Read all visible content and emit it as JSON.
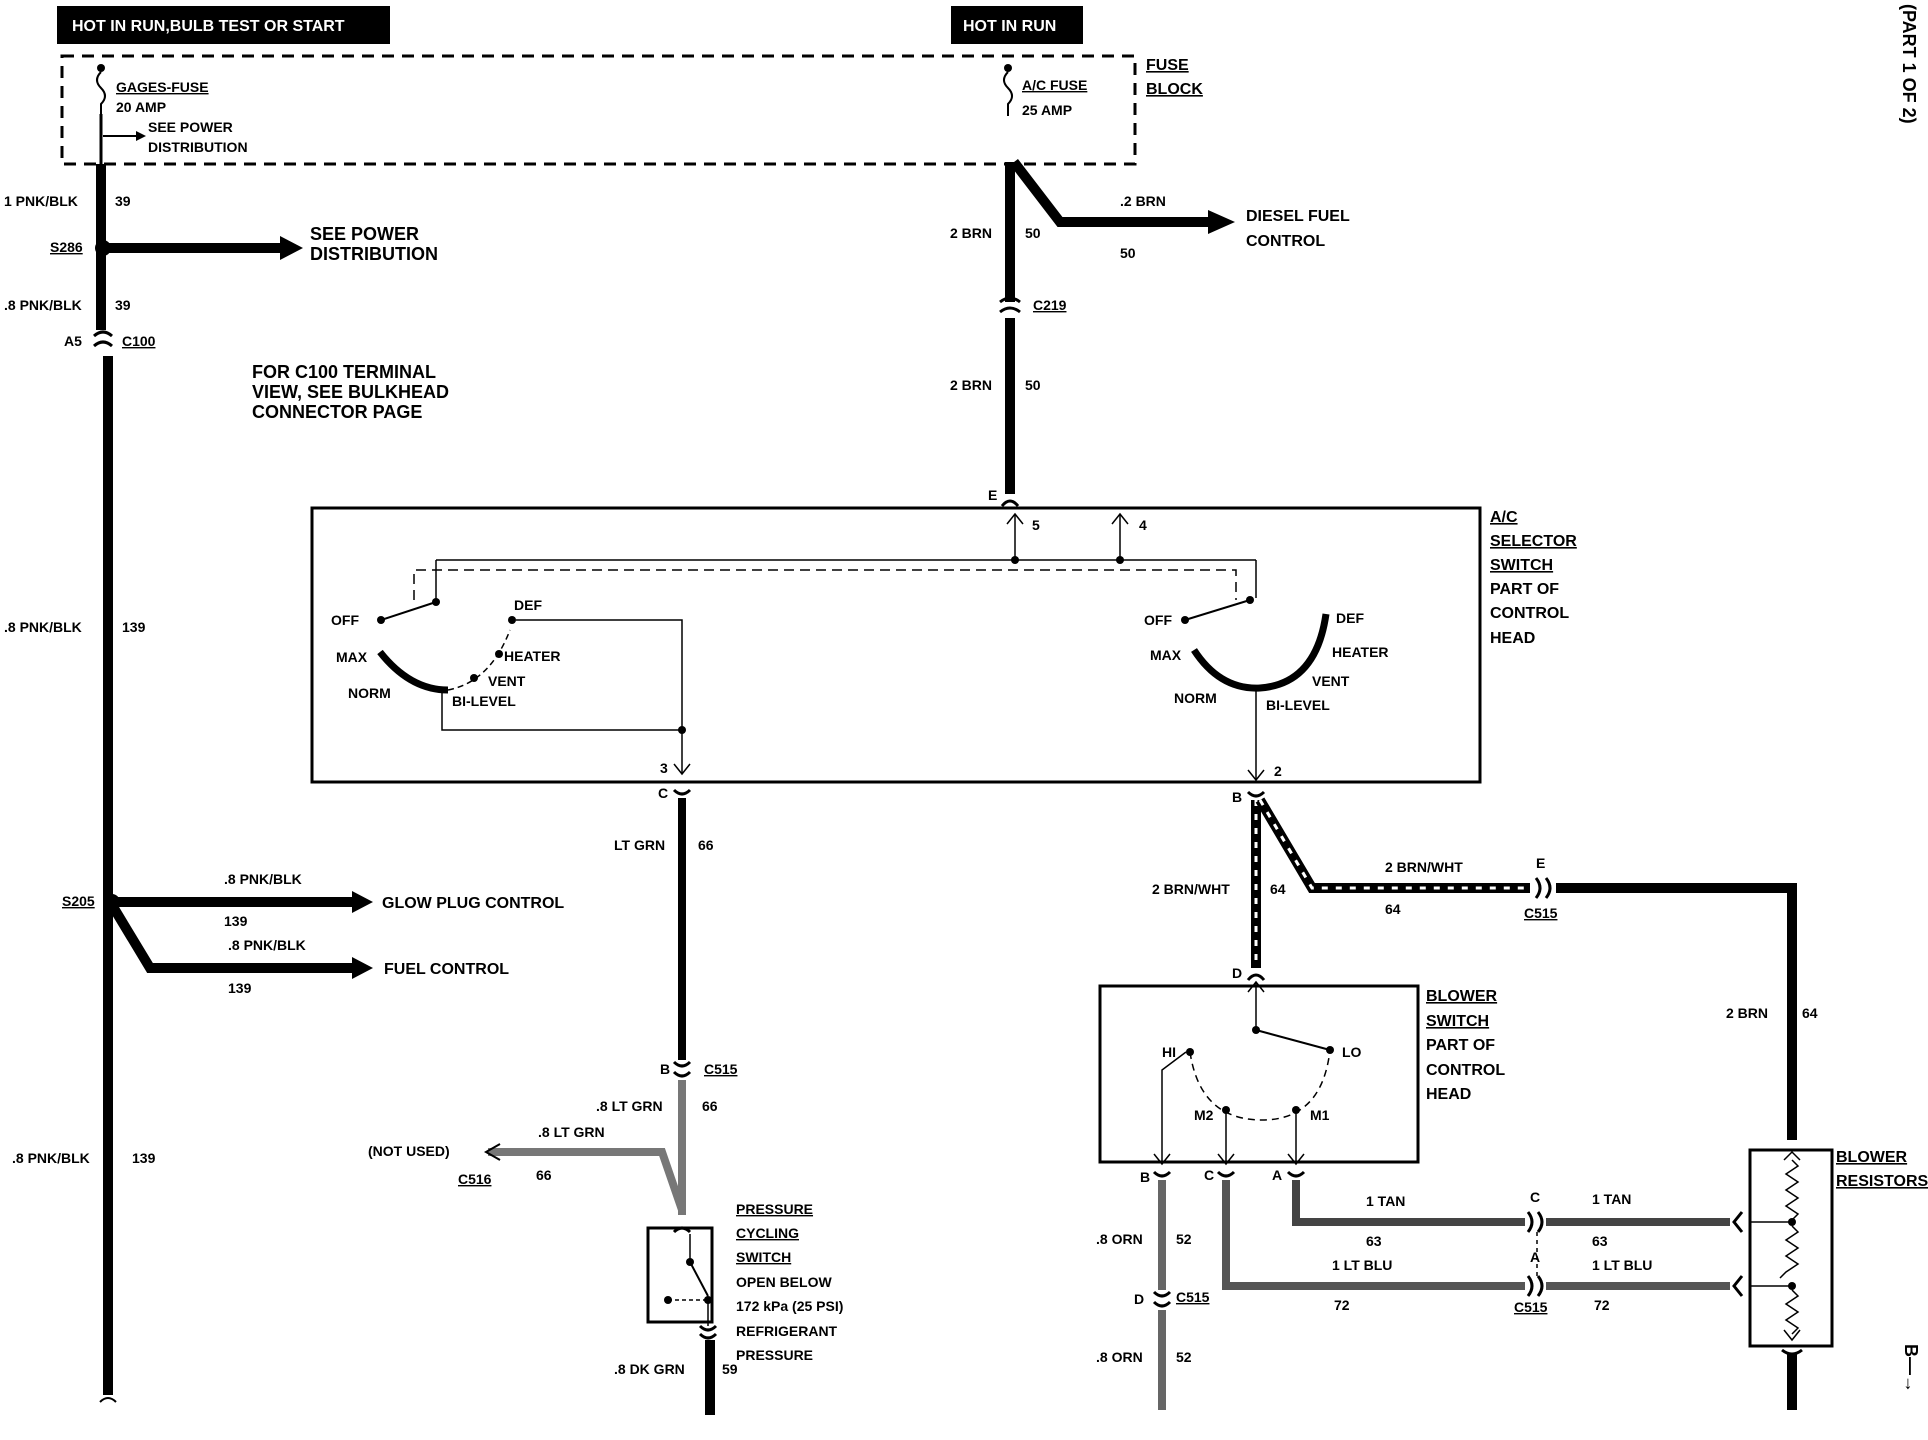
{
  "header": {
    "hot_run_bulb": "HOT IN RUN,BULB TEST OR START",
    "hot_run": "HOT IN RUN",
    "part": "(PART 1 OF 2)"
  },
  "fuse_block": {
    "label1": "FUSE",
    "label2": "BLOCK",
    "gages_fuse": "GAGES-FUSE",
    "gages_amp": "20 AMP",
    "see_power1": "SEE POWER",
    "see_power2": "DISTRIBUTION",
    "ac_fuse": "A/C FUSE",
    "ac_amp": "25 AMP"
  },
  "left_wire": {
    "w1": "1 PNK/BLK",
    "c1": "39",
    "s286": "S286",
    "see_power1": "SEE POWER",
    "see_power2": "DISTRIBUTION",
    "w2": ".8 PNK/BLK",
    "c2": "39",
    "a5": "A5",
    "c100": "C100",
    "note1": "FOR C100 TERMINAL",
    "note2": "VIEW, SEE BULKHEAD",
    "note3": "CONNECTOR PAGE",
    "w3": ".8 PNK/BLK",
    "c3": "139",
    "s205": "S205",
    "glow_wire": ".8 PNK/BLK",
    "glow_c": "139",
    "glow": "GLOW PLUG CONTROL",
    "fuel_wire": ".8 PNK/BLK",
    "fuel_c": "139",
    "fuel": "FUEL CONTROL",
    "w4": ".8 PNK/BLK",
    "c4": "139"
  },
  "ac_wire": {
    "w1": "2 BRN",
    "c1": "50",
    "diesel_wire": ".2 BRN",
    "diesel_c": "50",
    "diesel1": "DIESEL FUEL",
    "diesel2": "CONTROL",
    "c219": "C219",
    "w2": "2 BRN",
    "c2": "50",
    "e": "E",
    "t5": "5",
    "t4": "4"
  },
  "selector": {
    "title1": "A/C",
    "title2": "SELECTOR",
    "title3": "SWITCH",
    "title4": "PART OF",
    "title5": "CONTROL",
    "title6": "HEAD",
    "off": "OFF",
    "max": "MAX",
    "norm": "NORM",
    "def": "DEF",
    "heater": "HEATER",
    "vent": "VENT",
    "bilevel": "BI-LEVEL",
    "t3": "3",
    "t2": "2",
    "c": "C",
    "b": "B"
  },
  "lt_grn": {
    "w1": "LT GRN",
    "c1": "66",
    "b": "B",
    "c515": "C515",
    "w2": ".8 LT GRN",
    "c2": "66",
    "w3": ".8 LT GRN",
    "c3": "66",
    "not_used": "(NOT USED)",
    "c516": "C516"
  },
  "pressure": {
    "l1": "PRESSURE",
    "l2": "CYCLING",
    "l3": "SWITCH",
    "l4": "OPEN BELOW",
    "l5": "172 kPa (25 PSI)",
    "l6": "REFRIGERANT",
    "l7": "PRESSURE",
    "w": ".8 DK GRN",
    "c": "59"
  },
  "brn_wht": {
    "w1": "2 BRN/WHT",
    "c1": "64",
    "w2": "2 BRN/WHT",
    "c2": "64",
    "e": "E",
    "c515": "C515",
    "w3": "2 BRN",
    "c3": "64",
    "d": "D"
  },
  "blower_switch": {
    "l1": "BLOWER",
    "l2": "SWITCH",
    "l3": "PART OF",
    "l4": "CONTROL",
    "l5": "HEAD",
    "hi": "HI",
    "lo": "LO",
    "m2": "M2",
    "m1": "M1",
    "b": "B",
    "c": "C",
    "a": "A"
  },
  "lower": {
    "tan1": "1 TAN",
    "tan1c": "63",
    "tan2": "1 TAN",
    "tan2c": "63",
    "cc": "C",
    "blu1": "1 LT BLU",
    "blu1c": "72",
    "blu2": "1 LT BLU",
    "blu2c": "72",
    "ca": "A",
    "c515": "C515",
    "orn1": ".8 ORN",
    "orn1c": "52",
    "d": "D",
    "c515b": "C515",
    "orn2": ".8 ORN",
    "orn2c": "52",
    "res1": "BLOWER",
    "res2": "RESISTORS",
    "b_arrow": "B—→"
  }
}
